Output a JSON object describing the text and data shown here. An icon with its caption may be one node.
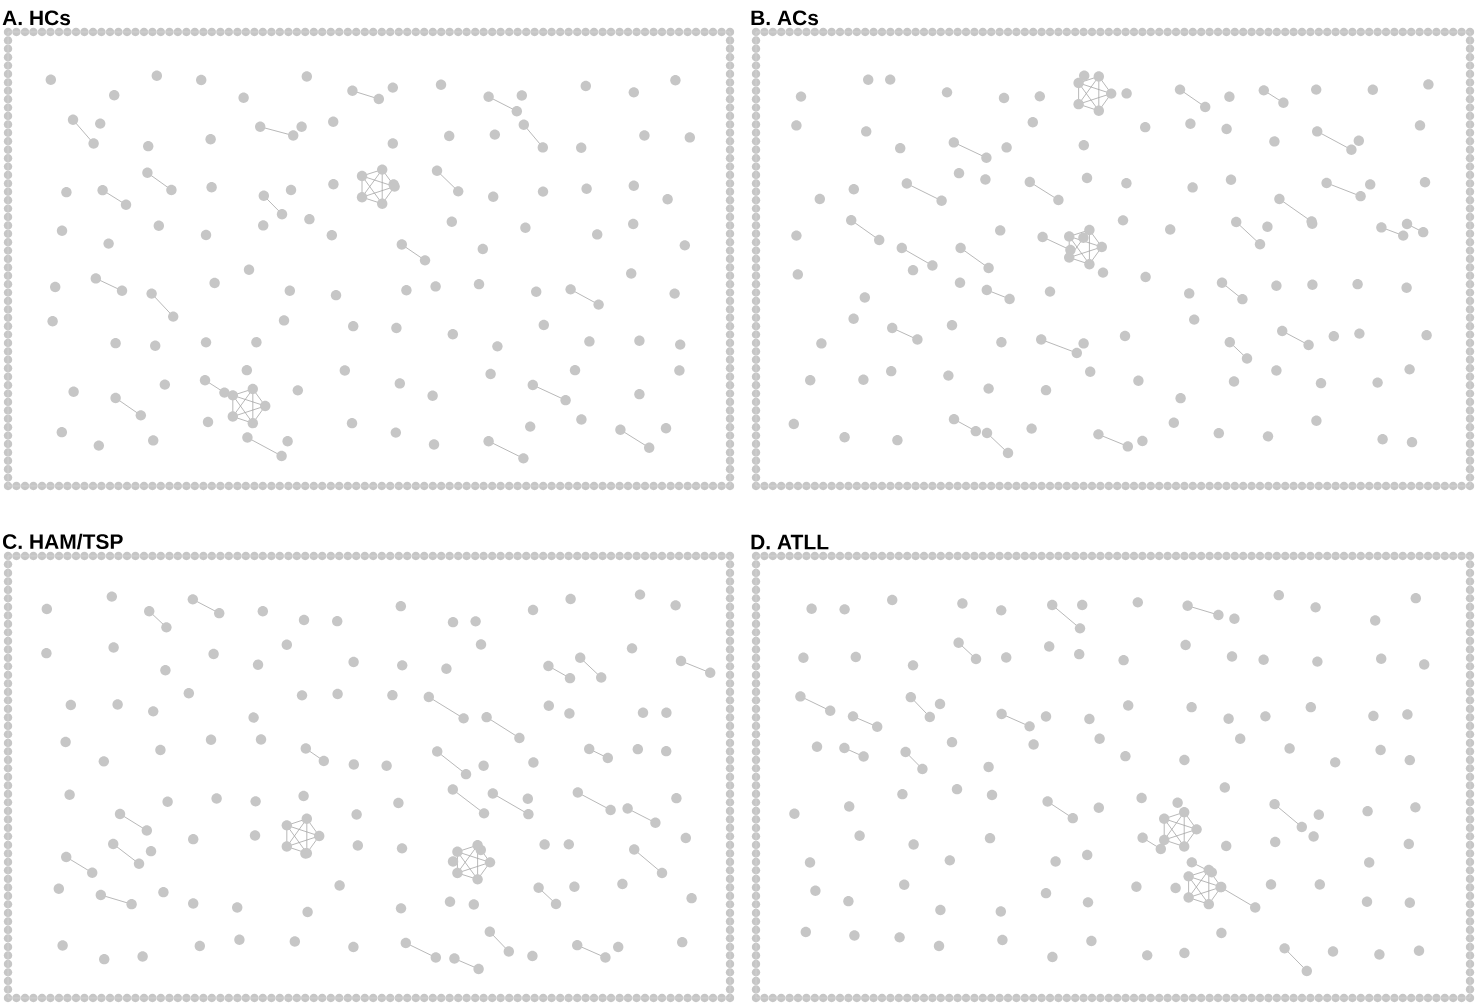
{
  "diagram": {
    "nodes": [
      {
        "text": [
          "A. HCs"
        ]
      },
      {
        "text": [
          "B. ACs"
        ]
      },
      {
        "text": [
          "C. HAM/TSP"
        ]
      },
      {
        "text": [
          "D. ATLL"
        ]
      }
    ]
  }
}
